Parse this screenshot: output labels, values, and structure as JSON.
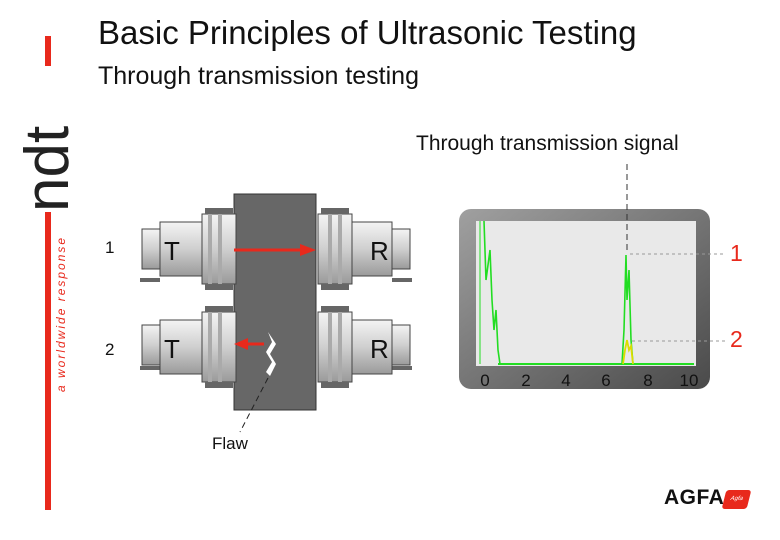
{
  "header": {
    "title": "Basic Principles of Ultrasonic Testing",
    "subtitle": "Through transmission testing"
  },
  "side_logo": {
    "wordmark": "ndt",
    "tagline": "a worldwide response",
    "accent_color": "#e8291c"
  },
  "diagram": {
    "rows": [
      {
        "number": "1",
        "transmitter": "T",
        "receiver": "R"
      },
      {
        "number": "2",
        "transmitter": "T",
        "receiver": "R"
      }
    ],
    "flaw_label": "Flaw",
    "arrow_color": "#e8291c",
    "specimen_color": "#666666"
  },
  "signal": {
    "title": "Through transmission signal",
    "trace_labels": [
      "1",
      "2"
    ],
    "x_ticks": [
      "0",
      "2",
      "4",
      "6",
      "8",
      "10"
    ],
    "screen_color": "#e6e6e6",
    "trace_color_1": "#22dd22",
    "trace_color_2": "#dddd00"
  },
  "footer": {
    "brand": "AGFA",
    "badge_text": "Agfa"
  }
}
